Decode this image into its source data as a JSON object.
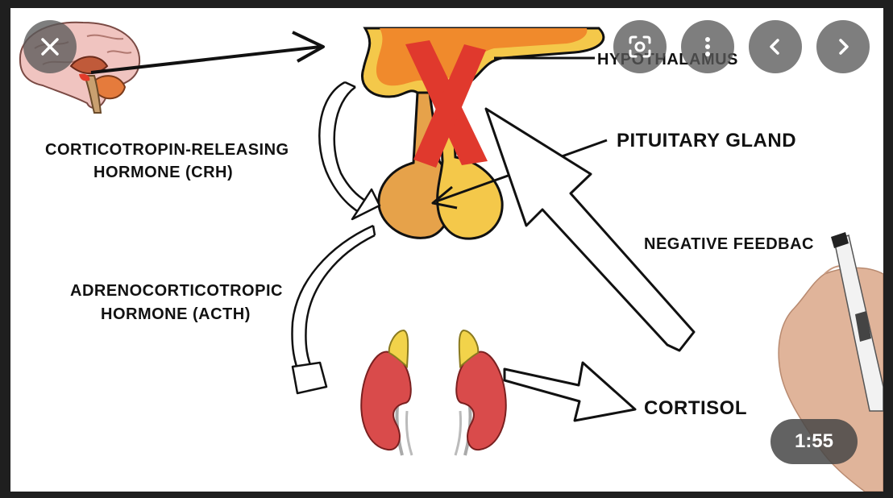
{
  "image": {
    "labels": {
      "hypothalamus": "HYPOTHALAMUS",
      "crh_line1": "CORTICOTROPIN-RELEASING",
      "crh_line2": "HORMONE (CRH)",
      "pituitary": "PITUITARY GLAND",
      "negative_feedback": "NEGATIVE FEEDBAC",
      "acth_line1": "ADRENOCORTICOTROPIC",
      "acth_line2": "HORMONE (ACTH)",
      "cortisol": "CORTISOL"
    }
  },
  "controls": {
    "close_icon": "close-icon",
    "lens_icon": "lens-icon",
    "more_icon": "more-vert-icon",
    "prev_icon": "chevron-left-icon",
    "next_icon": "chevron-right-icon"
  },
  "video": {
    "duration": "1:55"
  },
  "colors": {
    "frame_bg": "#1f1f1f",
    "hypothalamus": "#f08a2c",
    "pituitary_left": "#e6a24a",
    "pituitary_right": "#f4c84a",
    "kidney": "#d94b4b",
    "adrenal": "#f2d34a",
    "x_mark": "#e0392d"
  }
}
